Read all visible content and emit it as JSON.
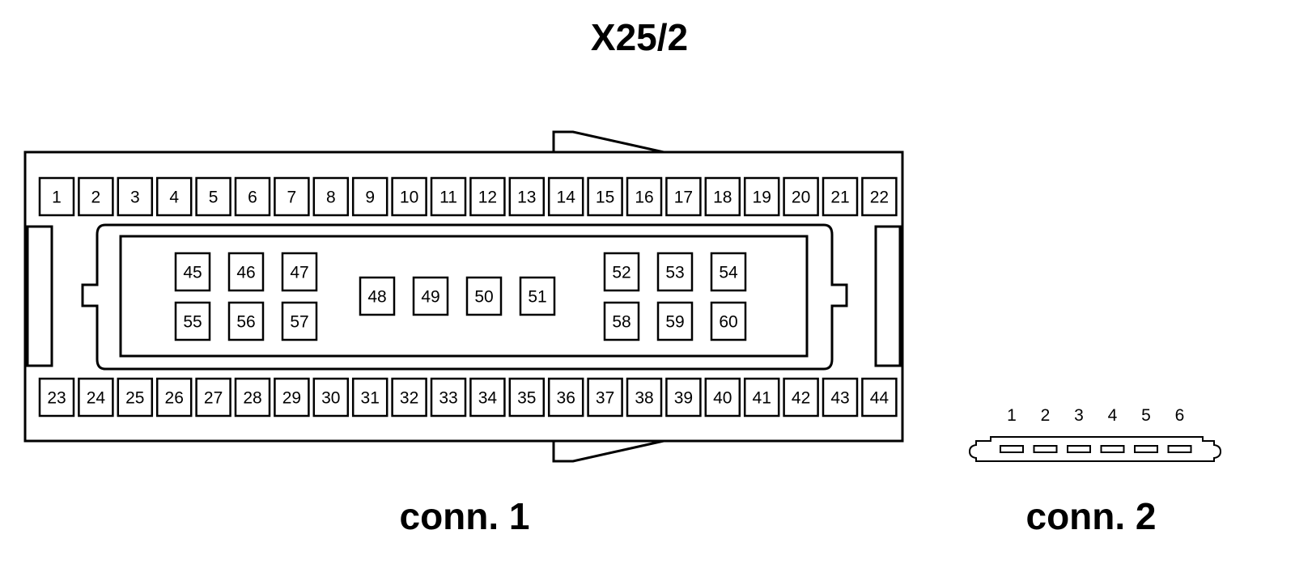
{
  "title": "X25/2",
  "connector1": {
    "label": "conn. 1",
    "top_row": [
      "1",
      "2",
      "3",
      "4",
      "5",
      "6",
      "7",
      "8",
      "9",
      "10",
      "11",
      "12",
      "13",
      "14",
      "15",
      "16",
      "17",
      "18",
      "19",
      "20",
      "21",
      "22"
    ],
    "bottom_row": [
      "23",
      "24",
      "25",
      "26",
      "27",
      "28",
      "29",
      "30",
      "31",
      "32",
      "33",
      "34",
      "35",
      "36",
      "37",
      "38",
      "39",
      "40",
      "41",
      "42",
      "43",
      "44"
    ],
    "left_group_top": [
      "45",
      "46",
      "47"
    ],
    "left_group_bottom": [
      "55",
      "56",
      "57"
    ],
    "middle_group": [
      "48",
      "49",
      "50",
      "51"
    ],
    "right_group_top": [
      "52",
      "53",
      "54"
    ],
    "right_group_bottom": [
      "58",
      "59",
      "60"
    ]
  },
  "connector2": {
    "label": "conn. 2",
    "pins": [
      "1",
      "2",
      "3",
      "4",
      "5",
      "6"
    ]
  },
  "colors": {
    "stroke": "#000000",
    "fill": "#ffffff"
  }
}
